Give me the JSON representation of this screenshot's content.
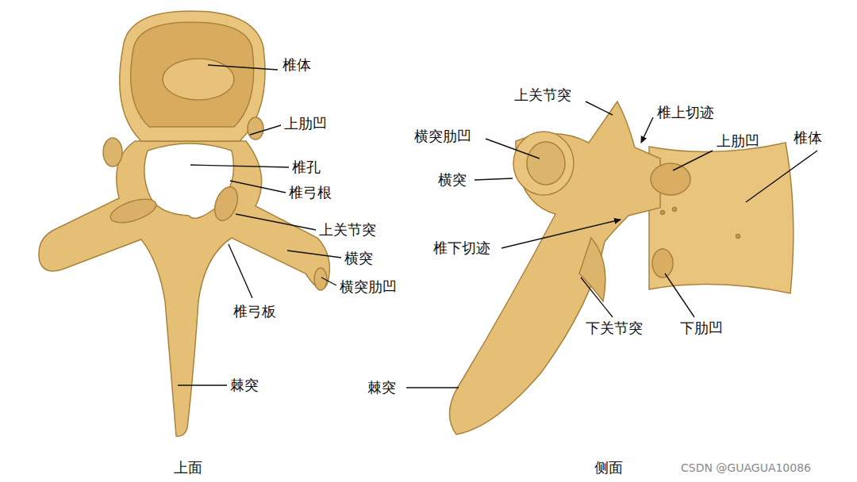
{
  "diagram": {
    "labels": [
      "椎体",
      "上肋凹",
      "椎孔",
      "椎弓根",
      "上关节突",
      "横突",
      "横突肋凹",
      "椎弓板",
      "棘突",
      "上面",
      "上关节突",
      "椎上切迹",
      "横突肋凹",
      "上肋凹",
      "椎体",
      "横突",
      "椎下切迹",
      "下关节突",
      "下肋凹",
      "棘突",
      "侧面",
      "CSDN @GUAGUA10086"
    ]
  }
}
